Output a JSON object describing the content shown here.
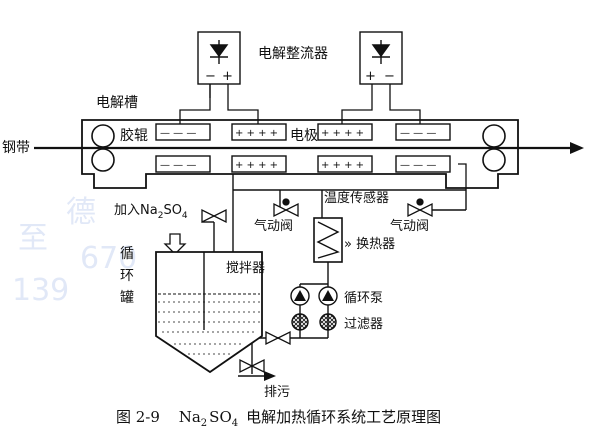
{
  "labels": {
    "rectifier": "电解整流器",
    "cell": "电解槽",
    "strip": "钢带",
    "roller": "胶辊",
    "electrode": "电极",
    "temp_sensor": "温度传感器",
    "pneumatic_valve_left": "气动阀",
    "pneumatic_valve_right": "气动阀",
    "add_na2so4": "加入Na",
    "add_na2so4_sub": "2",
    "add_na2so4_tail": "SO",
    "add_na2so4_sub2": "4",
    "heat_exchanger": "» 换热器",
    "mixer": "搅拌器",
    "tank": [
      "循",
      "环",
      "罐"
    ],
    "pump": "循环泵",
    "filter": "过滤器",
    "discharge": "排污"
  },
  "rectifier_polarity": {
    "left": [
      "−",
      "+"
    ],
    "right": [
      "+",
      "−"
    ]
  },
  "electrode_signs": {
    "top": [
      "— — —",
      "+ + + +",
      "+ + + +",
      "— — —"
    ],
    "bottom": [
      "— — —",
      "+ + + +",
      "+ + + +",
      "— — —"
    ]
  },
  "caption": {
    "figure_no": "图 2-9",
    "na": "Na",
    "sub2": "2",
    "so": "SO",
    "sub4": "4",
    "title": "电解加热循环系统工艺原理图"
  },
  "watermark": [
    "至",
    "德",
    "139",
    "670"
  ]
}
